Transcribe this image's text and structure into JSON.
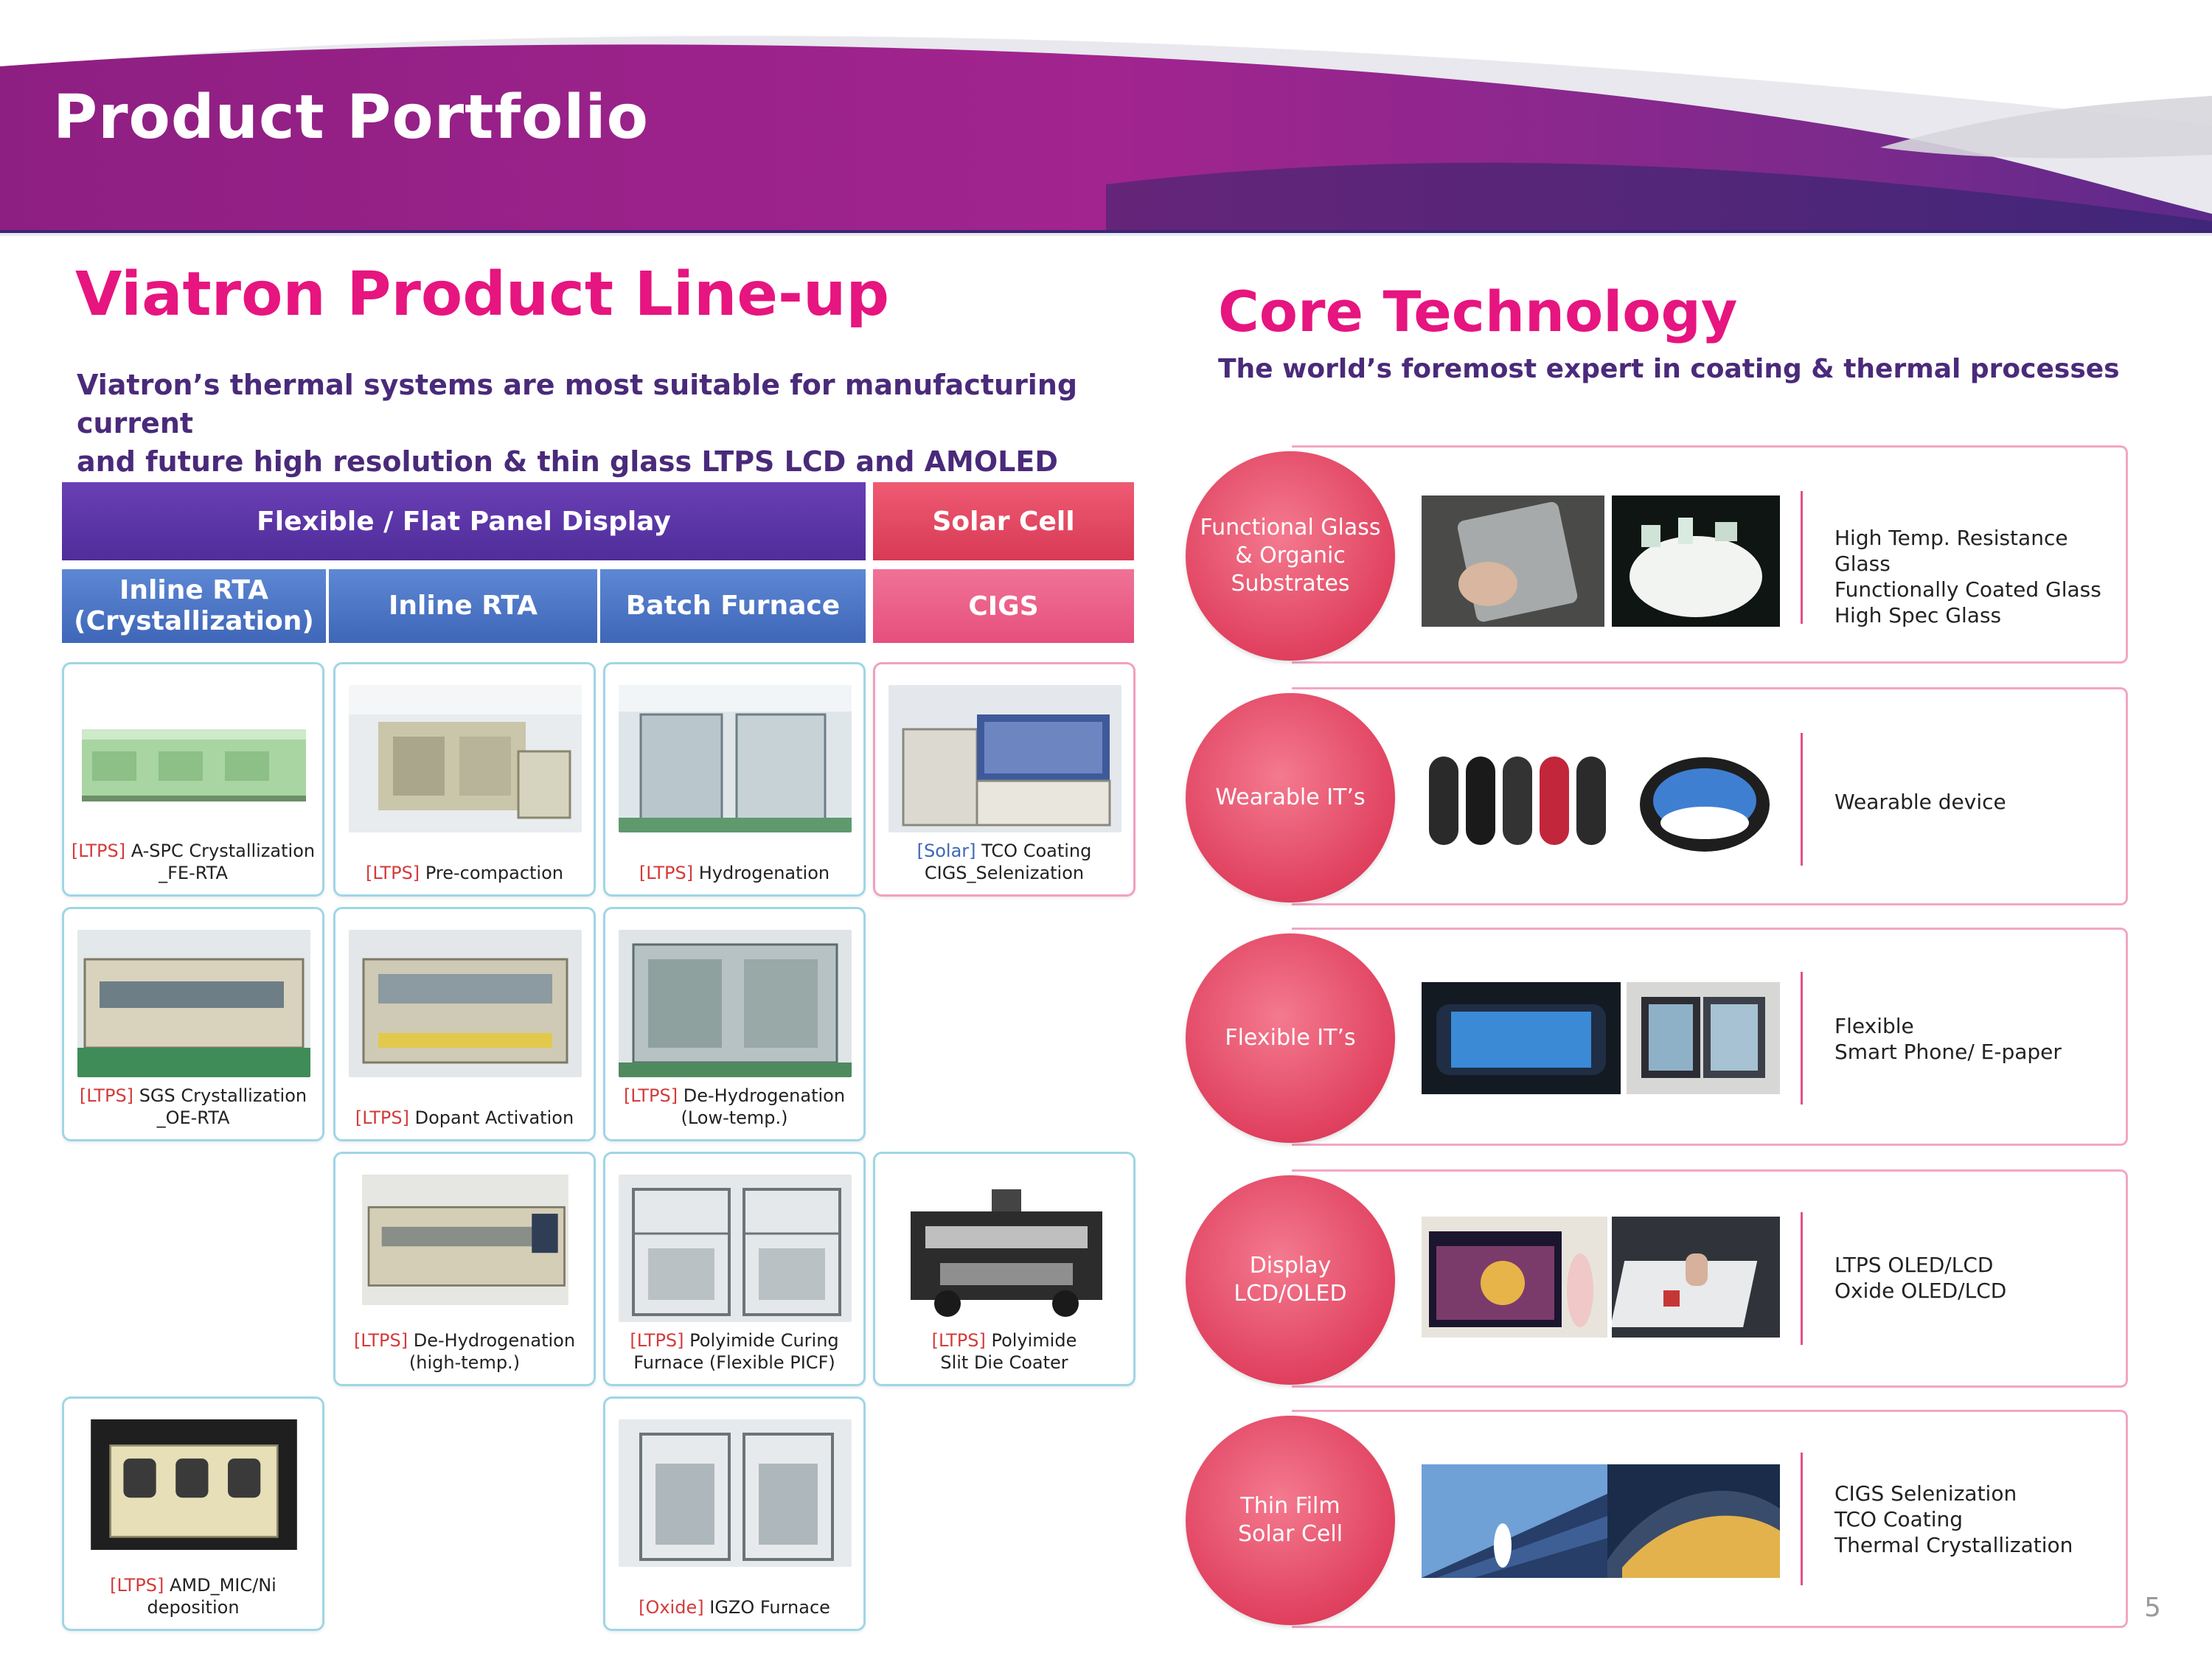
{
  "header": {
    "title": "Product Portfolio"
  },
  "lineup": {
    "heading": "Viatron Product Line-up",
    "subtitle_line1": "Viatron’s  thermal systems are most suitable for manufacturing current",
    "subtitle_line2": "and future high resolution & thin glass LTPS LCD and AMOLED TFT panels",
    "group_flexible": "Flexible / Flat Panel Display",
    "group_solar": "Solar Cell",
    "col_inline_rta_cryst_1": "Inline RTA",
    "col_inline_rta_cryst_2": "(Crystallization)",
    "col_inline_rta": "Inline RTA",
    "col_batch_furnace": "Batch Furnace",
    "col_cigs": "CIGS",
    "products": [
      {
        "tag": "[LTPS]",
        "line1": "A-SPC Crystallization",
        "line2": "_FE-RTA"
      },
      {
        "tag": "[LTPS]",
        "line1": "Pre-compaction",
        "line2": ""
      },
      {
        "tag": "[LTPS]",
        "line1": "Hydrogenation",
        "line2": ""
      },
      {
        "tag": "[Solar]",
        "line1": "TCO Coating",
        "line2": "CIGS_Selenization"
      },
      {
        "tag": "[LTPS]",
        "line1": "SGS Crystallization",
        "line2": "_OE-RTA"
      },
      {
        "tag": "[LTPS]",
        "line1": "Dopant Activation",
        "line2": ""
      },
      {
        "tag": "[LTPS]",
        "line1": "De-Hydrogenation",
        "line2": "(Low-temp.)"
      },
      {
        "tag": "[LTPS]",
        "line1": "De-Hydrogenation",
        "line2": "(high-temp.)"
      },
      {
        "tag": "[LTPS]",
        "line1": "Polyimide Curing",
        "line2": "Furnace (Flexible PICF)"
      },
      {
        "tag": "[LTPS]",
        "line1": "Polyimide",
        "line2": "Slit Die Coater"
      },
      {
        "tag": "[LTPS]",
        "line1": "AMD_MIC/Ni deposition",
        "line2": ""
      },
      {
        "tag": "[Oxide]",
        "line1": "IGZO Furnace",
        "line2": ""
      }
    ]
  },
  "core": {
    "heading": "Core  Technology",
    "subtitle": "The world’s foremost expert in coating & thermal processes",
    "items": [
      {
        "c1": "Functional Glass",
        "c2": "& Organic",
        "c3": "Substrates",
        "d1": "High Temp. Resistance Glass",
        "d2": "Functionally Coated Glass",
        "d3": "High Spec Glass"
      },
      {
        "c1": "Wearable IT’s",
        "c2": "",
        "c3": "",
        "d1": "Wearable device",
        "d2": "",
        "d3": ""
      },
      {
        "c1": "Flexible IT’s",
        "c2": "",
        "c3": "",
        "d1": "Flexible",
        "d2": "Smart Phone/ E-paper",
        "d3": ""
      },
      {
        "c1": "Display",
        "c2": "LCD/OLED",
        "c3": "",
        "d1": "LTPS OLED/LCD",
        "d2": "Oxide OLED/LCD",
        "d3": ""
      },
      {
        "c1": "Thin Film",
        "c2": "Solar Cell",
        "c3": "",
        "d1": "CIGS Selenization",
        "d2": "TCO Coating",
        "d3": "Thermal Crystallization"
      }
    ]
  },
  "page_number": "5",
  "colors": {
    "magenta": "#e6157f",
    "purple": "#4a2a7a",
    "card_border": "#9fd6e6",
    "circle": "#e0415f"
  }
}
